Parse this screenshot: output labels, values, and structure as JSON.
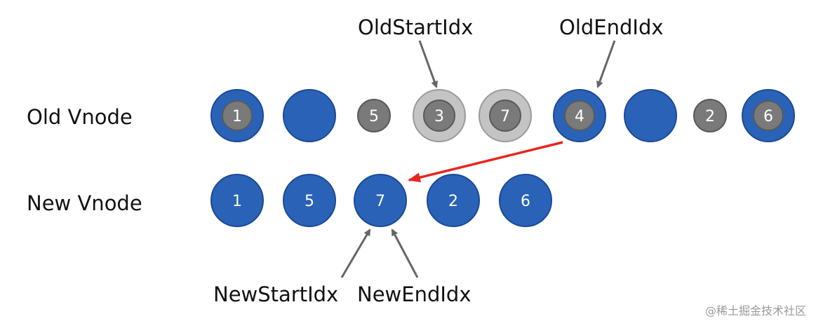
{
  "labels": {
    "old_row": "Old Vnode",
    "new_row": "New Vnode",
    "old_start_idx": "OldStartIdx",
    "old_end_idx": "OldEndIdx",
    "new_start_idx": "NewStartIdx",
    "new_end_idx": "NewEndIdx"
  },
  "watermark": "@稀土掘金技术社区",
  "old_nodes": [
    {
      "key": "1",
      "state": "moved"
    },
    {
      "key": "",
      "state": "empty"
    },
    {
      "key": "5",
      "state": "moved-only"
    },
    {
      "key": "3",
      "state": "removed"
    },
    {
      "key": "7",
      "state": "removed"
    },
    {
      "key": "4",
      "state": "active"
    },
    {
      "key": "",
      "state": "empty"
    },
    {
      "key": "2",
      "state": "moved-only"
    },
    {
      "key": "6",
      "state": "moved"
    }
  ],
  "new_nodes": [
    {
      "key": "1"
    },
    {
      "key": "5"
    },
    {
      "key": "7"
    },
    {
      "key": "2"
    },
    {
      "key": "6"
    }
  ],
  "colors": {
    "blue": "#2a62b8",
    "blue_stroke": "#1b4a94",
    "gray": "#7a7a7a",
    "gray_stroke": "#5a5a5a",
    "light_gray": "#c4c4c4",
    "light_gray_stroke": "#9a9a9a",
    "arrow": "#666666",
    "highlight_arrow": "#e8261f"
  }
}
